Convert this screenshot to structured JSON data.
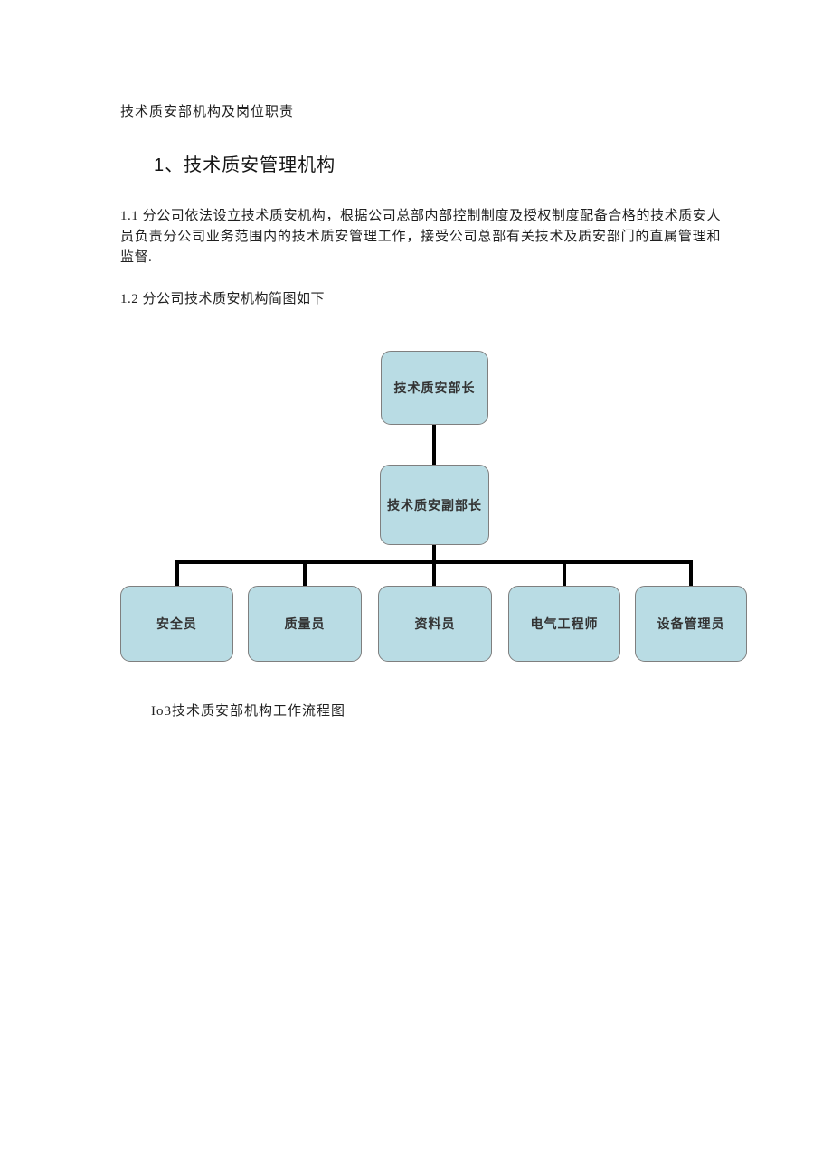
{
  "document": {
    "title": "技术质安部机构及岗位职责",
    "heading": "1、技术质安管理机构",
    "para_1_1": "1.1  分公司依法设立技术质安机构，根据公司总部内部控制制度及授权制度配备合格的技术质安人员负责分公司业务范围内的技术质安管理工作，接受公司总部有关技术及质安部门的直属管理和监督.",
    "para_1_2": "1.2  分公司技术质安机构简图如下",
    "figure_caption": "Io3技术质安部机构工作流程图"
  },
  "diagram": {
    "type": "org-chart",
    "root": "技术质安部长",
    "deputy": "技术质安副部长",
    "children": [
      "安全员",
      "质量员",
      "资料员",
      "电气工程师",
      "设备管理员"
    ],
    "colors": {
      "node_fill": "#b9dce4",
      "node_border": "#7f7f7f",
      "connector": "#000000",
      "page_background": "#ffffff"
    }
  }
}
